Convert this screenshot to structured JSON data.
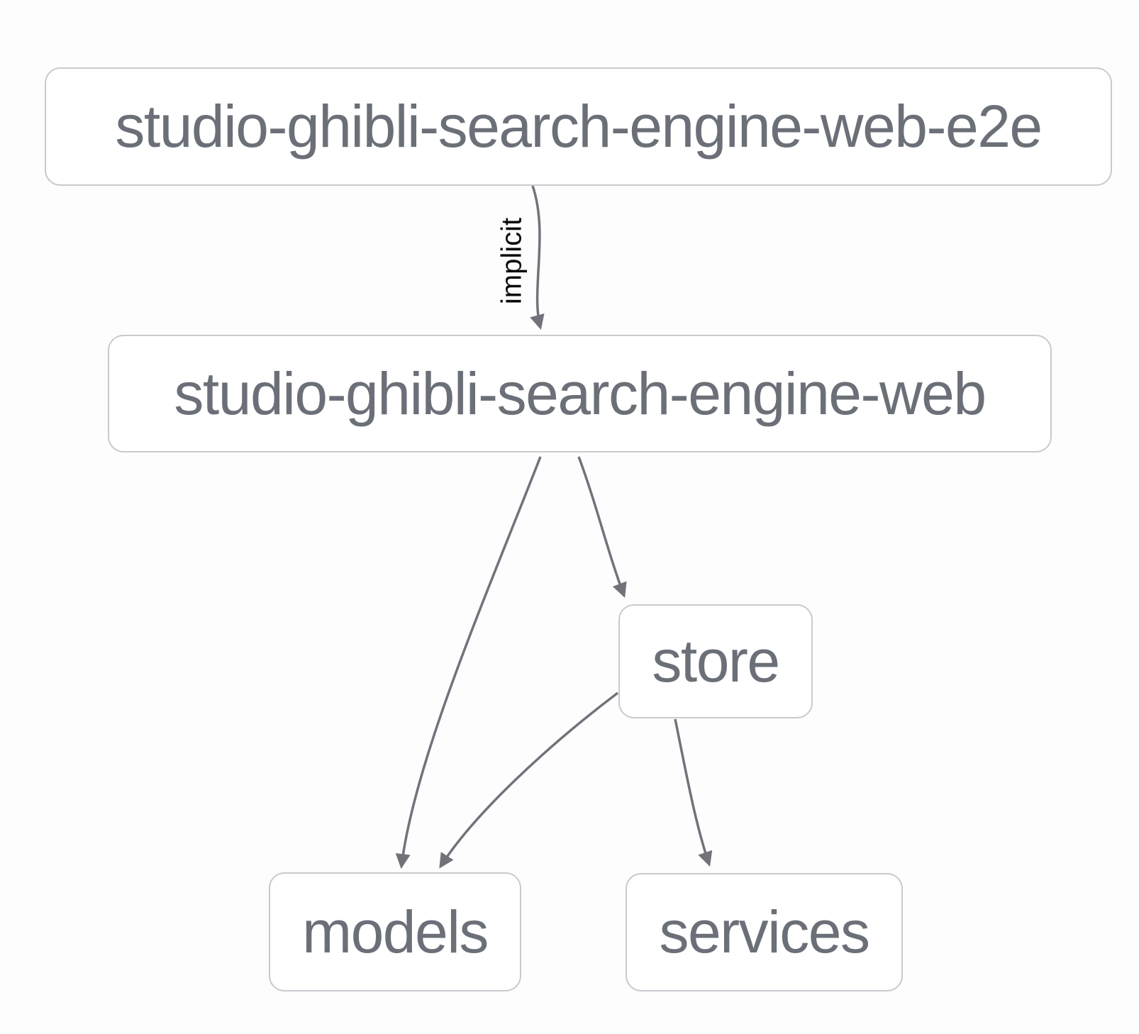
{
  "diagram": {
    "nodes": [
      {
        "label": "studio-ghibli-search-engine-web-e2e"
      },
      {
        "label": "studio-ghibli-search-engine-web"
      },
      {
        "label": "store"
      },
      {
        "label": "models"
      },
      {
        "label": "services"
      }
    ],
    "edges": [
      {
        "from": "studio-ghibli-search-engine-web-e2e",
        "to": "studio-ghibli-search-engine-web",
        "label": "implicit"
      },
      {
        "from": "studio-ghibli-search-engine-web",
        "to": "store",
        "label": ""
      },
      {
        "from": "studio-ghibli-search-engine-web",
        "to": "models",
        "label": ""
      },
      {
        "from": "store",
        "to": "models",
        "label": ""
      },
      {
        "from": "store",
        "to": "services",
        "label": ""
      }
    ],
    "colors": {
      "node_text": "#6b7078",
      "node_border": "#c9c9cf",
      "node_background": "#ffffff",
      "edge": "#72727b",
      "edge_label_text": "#0b0b0b",
      "page_background": "#fdfdfe"
    }
  }
}
